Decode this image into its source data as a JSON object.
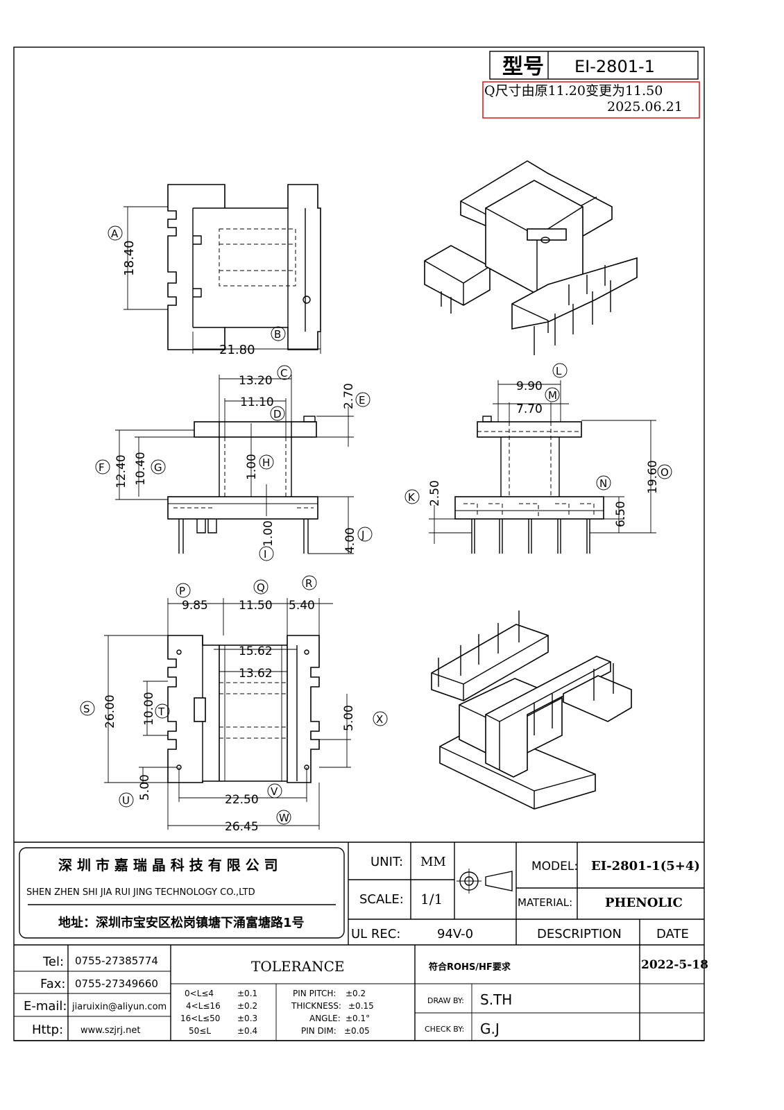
{
  "header": {
    "model_label": "型号",
    "model_value": "EI-2801-1",
    "change_note_line1": "Q尺寸由原11.20变更为11.50",
    "change_note_line2": "2025.06.21"
  },
  "dims": {
    "top_view": {
      "a": "18.40",
      "b": "21.80",
      "label_a": "A",
      "label_b": "B"
    },
    "front_view": {
      "c": "13.20",
      "d": "11.10",
      "e": "2.70",
      "f": "12.40",
      "g": "10.40",
      "h": "1.00",
      "i": "1.00",
      "j": "4.00",
      "label_c": "C",
      "label_d": "D",
      "label_e": "E",
      "label_f": "F",
      "label_g": "G",
      "label_h": "H",
      "label_i": "I",
      "label_j": "J"
    },
    "side_view": {
      "l": "9.90",
      "m": "7.70",
      "o": "19.60",
      "k": "2.50",
      "n": "6.50",
      "label_l": "L",
      "label_m": "M",
      "label_o": "O",
      "label_k": "K",
      "label_n": "N"
    },
    "bottom_view": {
      "p": "9.85",
      "q": "11.50",
      "r": "5.40",
      "s": "26.00",
      "t": "10.00",
      "u": "5.00",
      "x": "5.00",
      "v": "22.50",
      "w": "26.45",
      "d1": "15.62",
      "d2": "13.62",
      "label_p": "P",
      "label_q": "Q",
      "label_r": "R",
      "label_s": "S",
      "label_t": "T",
      "label_u": "U",
      "label_v": "V",
      "label_w": "W",
      "label_x": "X"
    }
  },
  "title_block": {
    "company_cn": "深 圳 市 嘉 瑞 晶 科 技 有 限 公 司",
    "company_en": "SHEN ZHEN SHI  JIA RUI JING  TECHNOLOGY CO.,LTD",
    "address": "地址：深圳市宝安区松岗镇塘下涌富塘路1号",
    "unit_label": "UNIT:",
    "unit_value": "MM",
    "scale_label": "SCALE:",
    "scale_value": "1/1",
    "ul_label": "UL REC:",
    "ul_value": "94V-0",
    "model_label": "MODEL:",
    "model_value": "EI-2801-1(5+4)",
    "material_label": "MATERIAL:",
    "material_value": "PHENOLIC",
    "description_label": "DESCRIPTION",
    "date_label": "DATE",
    "rohs": "符合ROHS/HF要求",
    "date_value": "2022-5-18",
    "draw_label": "DRAW BY:",
    "draw_value": "S.TH",
    "check_label": "CHECK BY:",
    "check_value": "G.J",
    "tolerance_label": "TOLERANCE",
    "tol_ranges": [
      "0<L≤4",
      "4<L≤16",
      "16<L≤50",
      "50≤L"
    ],
    "tol_values": [
      "±0.1",
      "±0.2",
      "±0.3",
      "±0.4"
    ],
    "pin_pitch_label": "PIN PITCH:",
    "pin_pitch_value": "±0.2",
    "thickness_label": "THICKNESS:",
    "thickness_value": "±0.15",
    "angle_label": "ANGLE:",
    "angle_value": "±0.1°",
    "pin_dim_label": "PIN DIM:",
    "pin_dim_value": "±0.05",
    "tel_label": "Tel:",
    "tel_value": "0755-27385774",
    "fax_label": "Fax:",
    "fax_value": "0755-27349660",
    "email_label": "E-mail:",
    "email_value": "jiaruixin@aliyun.com",
    "http_label": "Http:",
    "http_value": "www.szjrj.net"
  }
}
